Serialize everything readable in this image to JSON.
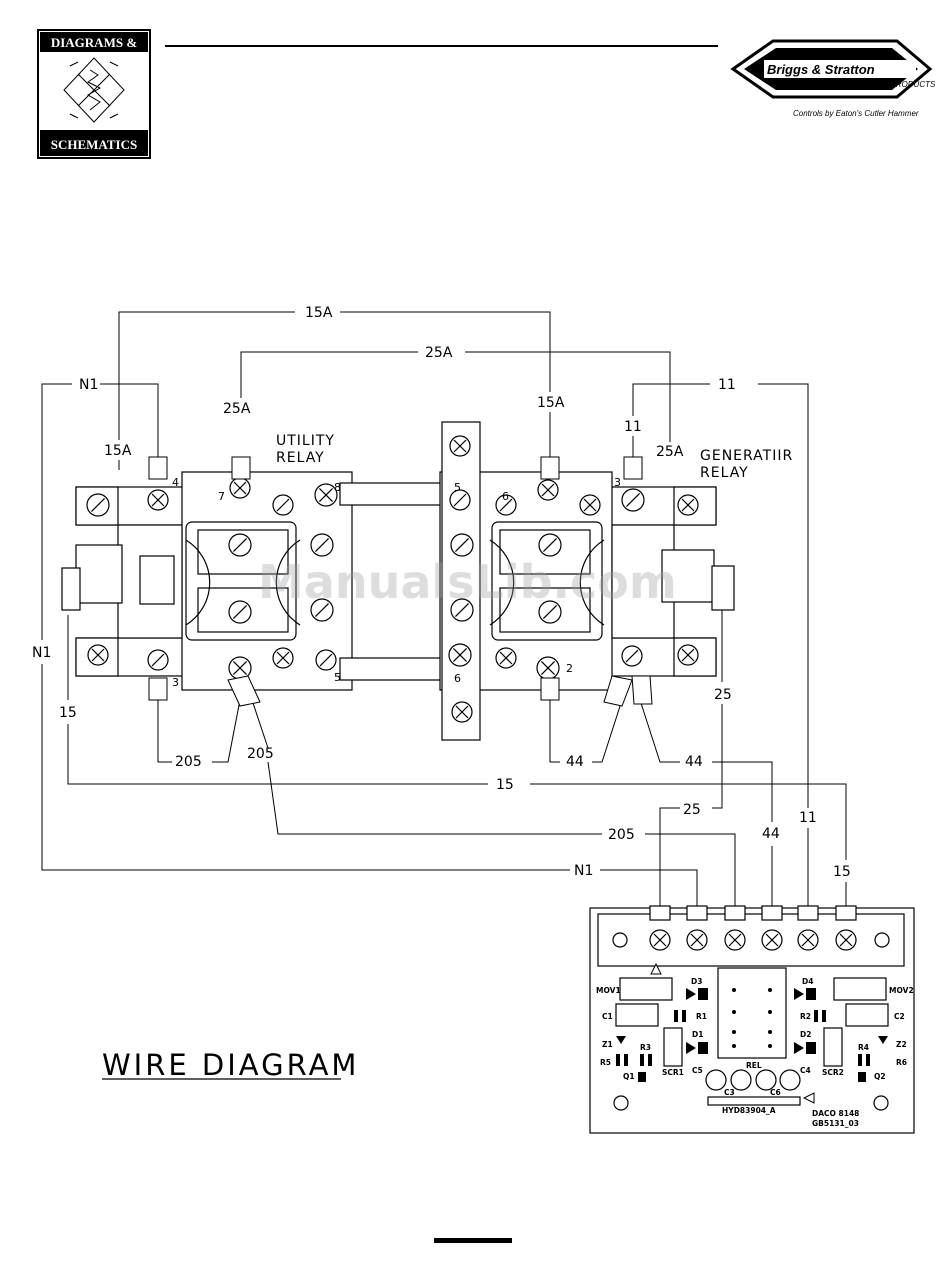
{
  "header": {
    "badge_top": "DIAGRAMS &",
    "badge_bottom": "SCHEMATICS",
    "brand_name": "Briggs & Stratton",
    "brand_sub": "POWER PRODUCTS",
    "brand_tagline": "Controls by Eaton's Cutler Hammer"
  },
  "relays": {
    "utility_line1": "UTILITY",
    "utility_line2": "RELAY",
    "generator_line1": "GENERATIIR",
    "generator_line2": "RELAY",
    "terminals": [
      "4",
      "7",
      "8",
      "3",
      "5",
      "6",
      "3",
      "2",
      "5",
      "6"
    ]
  },
  "wires": {
    "w15a_top": "15A",
    "w25a_top": "25A",
    "n1_left": "N1",
    "w15a_left": "15A",
    "w25a_left": "25A",
    "w15a_right": "15A",
    "w11_top": "11",
    "w11_right": "11",
    "w25a_right": "25A",
    "n1_side": "N1",
    "w15_side": "15",
    "w205_a": "205",
    "w205_b": "205",
    "w44_a": "44",
    "w44_b": "44",
    "w25_side": "25",
    "w15_mid": "15",
    "w25_board": "25",
    "w205_board": "205",
    "w44_board": "44",
    "w11_board": "11",
    "n1_board": "N1",
    "w15_board": "15"
  },
  "board": {
    "labels": {
      "mov1": "MOV1",
      "mov2": "MOV2",
      "d3": "D3",
      "d4": "D4",
      "c1": "C1",
      "r1": "R1",
      "r2": "R2",
      "c2": "C2",
      "d1": "D1",
      "d2": "D2",
      "z1": "Z1",
      "r3": "R3",
      "r5": "R5",
      "q1": "Q1",
      "scr1": "SCR1",
      "c5": "C5",
      "rel": "REL",
      "c3": "C3",
      "c6": "C6",
      "c4": "C4",
      "scr2": "SCR2",
      "r4": "R4",
      "z2": "Z2",
      "r6": "R6",
      "q2": "Q2",
      "part": "HYD83904_A",
      "daco": "DACO 8148",
      "gb": "GB5131_03"
    }
  },
  "title": "WIRE DIAGRAM",
  "watermark": "ManualsLib.com"
}
